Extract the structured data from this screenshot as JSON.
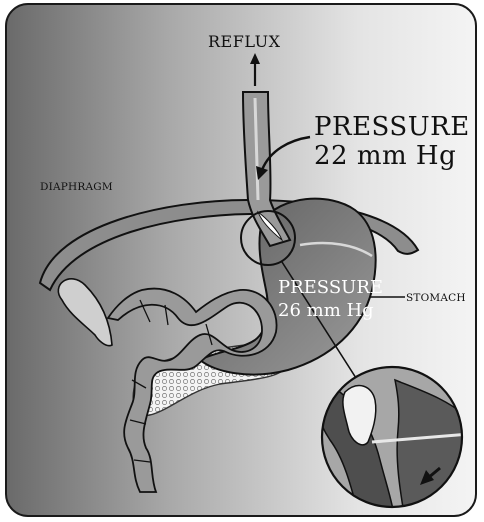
{
  "labels": {
    "reflux": "REFLUX",
    "pressure_top_1": "PRESSURE",
    "pressure_top_2": "22 mm Hg",
    "diaphragm": "DIAPHRAGM",
    "pressure_bottom_1": "PRESSURE",
    "pressure_bottom_2": "26 mm Hg",
    "stomach": "STOMACH"
  },
  "colors": {
    "panel_dark": "#6e6e6e",
    "panel_light": "#ededed",
    "outline": "#111111",
    "organ": "#8a8a8a",
    "white_label": "#ffffff"
  }
}
